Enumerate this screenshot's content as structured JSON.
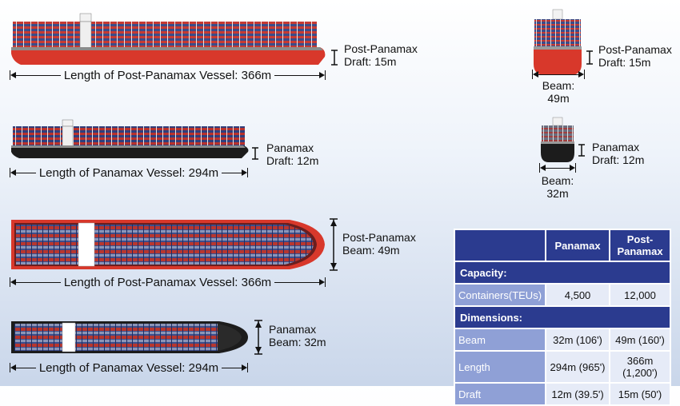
{
  "side_views": {
    "post_panamax": {
      "length_label": "Length of Post-Panamax Vessel: 366m",
      "class_label": "Post-Panamax",
      "draft_label": "Draft: 15m"
    },
    "panamax": {
      "length_label": "Length of Panamax Vessel: 294m",
      "class_label": "Panamax",
      "draft_label": "Draft: 12m"
    }
  },
  "front_views": {
    "post_panamax": {
      "class_label": "Post-Panamax",
      "draft_label": "Draft: 15m",
      "beam_label": "Beam:",
      "beam_value": "49m"
    },
    "panamax": {
      "class_label": "Panamax",
      "draft_label": "Draft: 12m",
      "beam_label": "Beam:",
      "beam_value": "32m"
    }
  },
  "top_views": {
    "post_panamax": {
      "length_label": "Length of Post-Panamax Vessel: 366m",
      "class_label": "Post-Panamax",
      "beam_label": "Beam: 49m"
    },
    "panamax": {
      "length_label": "Length of Panamax Vessel: 294m",
      "class_label": "Panamax",
      "beam_label": "Beam: 32m"
    }
  },
  "spec_table": {
    "headers": [
      "",
      "Panamax",
      "Post-Panamax"
    ],
    "capacity_title": "Capacity:",
    "capacity_rows": [
      {
        "label": "Containers(TEUs)",
        "panamax": "4,500",
        "post_panamax": "12,000"
      }
    ],
    "dimensions_title": "Dimensions:",
    "dimension_rows": [
      {
        "label": "Beam",
        "panamax": "32m (106')",
        "post_panamax": "49m (160')"
      },
      {
        "label": "Length",
        "panamax": "294m (965')",
        "post_panamax": "366m (1,200')"
      },
      {
        "label": "Draft",
        "panamax": "12m (39.5')",
        "post_panamax": "15m (50')"
      }
    ]
  },
  "colors": {
    "hull_red": "#d8382b",
    "hull_dark": "#1c1c1c",
    "table_header": "#2b3b8f",
    "table_label": "#8fa0d6",
    "table_value": "#e6ebf7"
  }
}
